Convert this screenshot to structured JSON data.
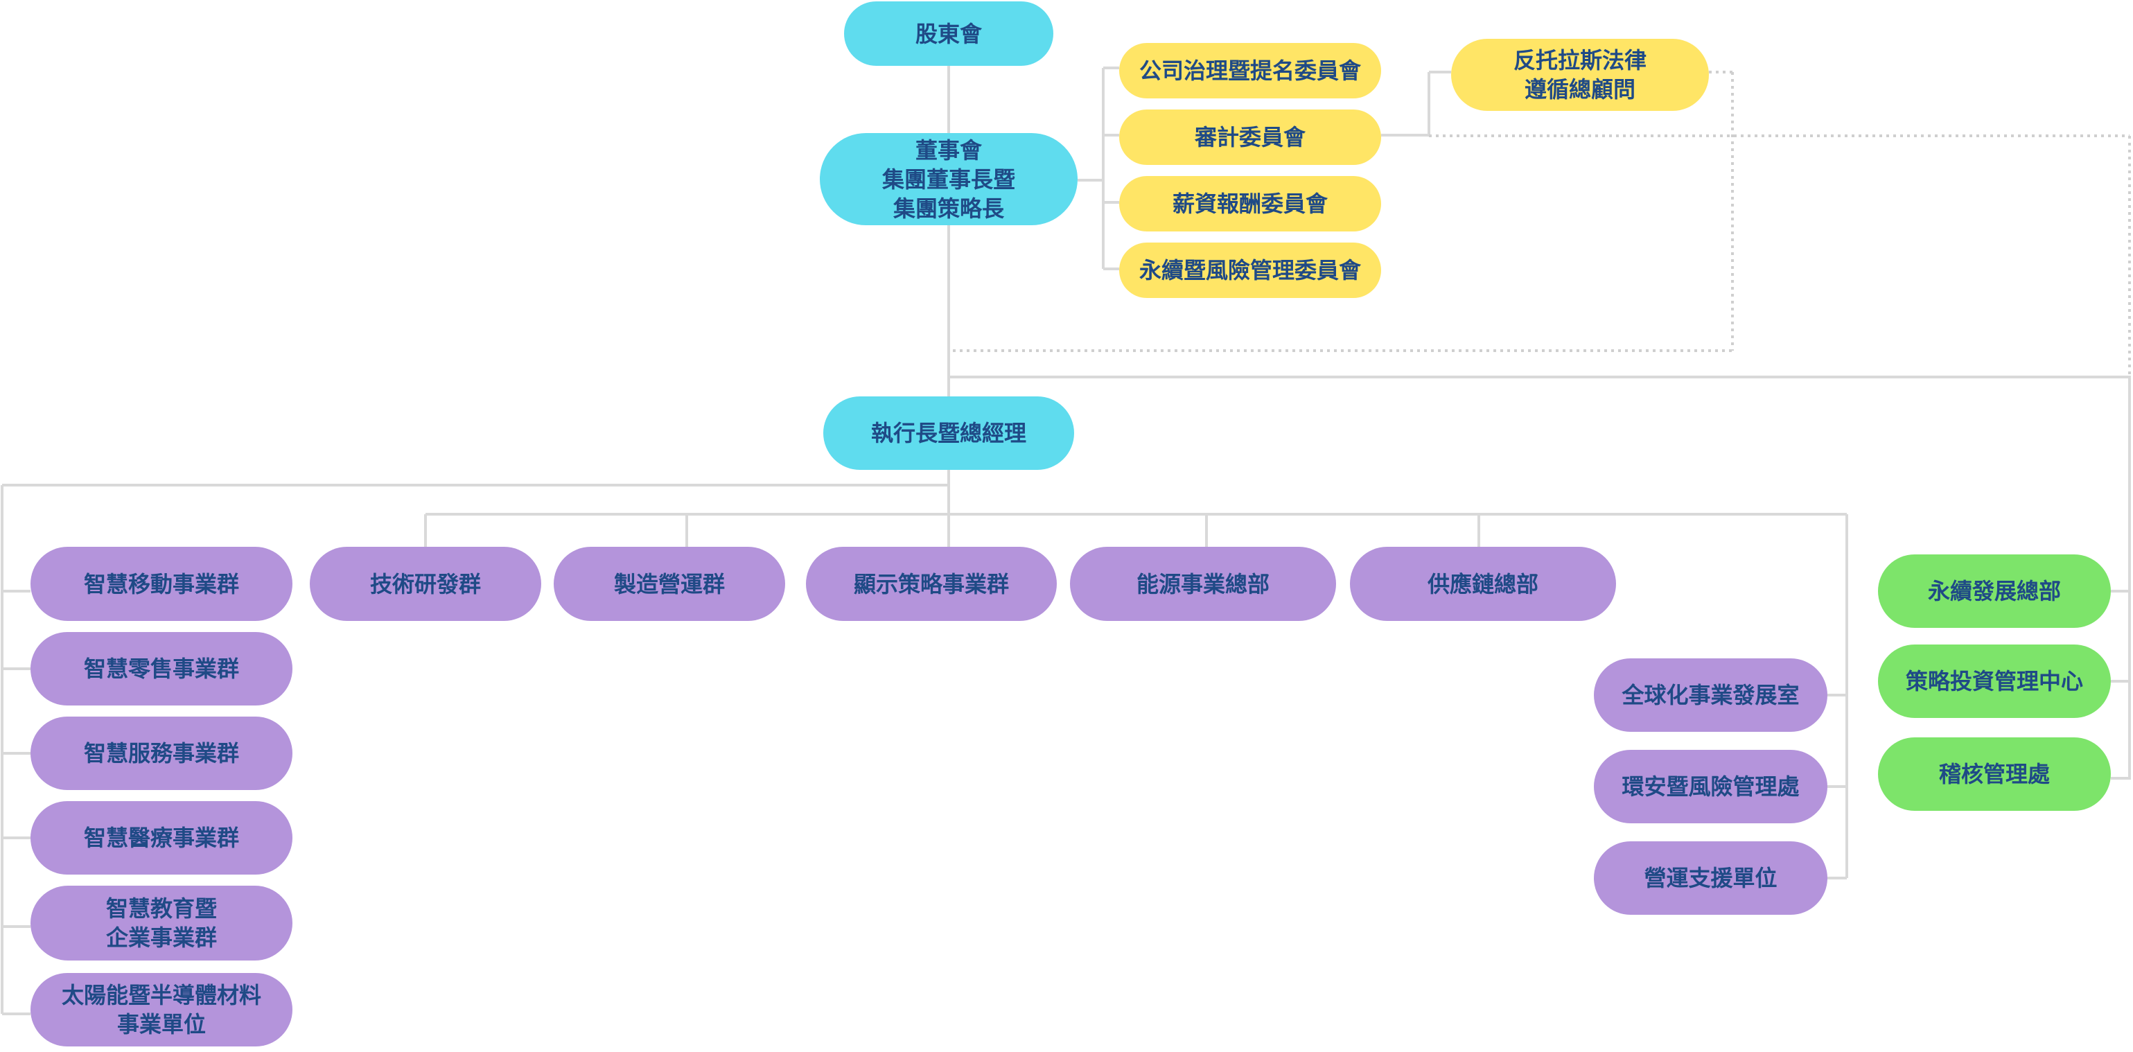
{
  "colors": {
    "governance": "#5fdcee",
    "committee": "#ffe566",
    "business_unit": "#b494db",
    "headquarters_unit": "#7de46a",
    "text": "#1f4a86",
    "connector": "#d9d9d9"
  },
  "governance": {
    "shareholders": "股東會",
    "board_line1": "董事會",
    "board_line2": "集團董事長暨",
    "board_line3": "集團策略長",
    "ceo": "執行長暨總經理"
  },
  "committees": {
    "nomination": "公司治理暨提名委員會",
    "audit": "審計委員會",
    "compensation": "薪資報酬委員會",
    "sustainability_risk": "永續暨風險管理委員會"
  },
  "antitrust": {
    "line1": "反托拉斯法律",
    "line2": "遵循總顧問"
  },
  "business_groups": {
    "smart_mobility": "智慧移動事業群",
    "smart_retail": "智慧零售事業群",
    "smart_services": "智慧服務事業群",
    "smart_healthcare": "智慧醫療事業群",
    "smart_education_line1": "智慧教育暨",
    "smart_education_line2": "企業事業群",
    "solar_line1": "太陽能暨半導體材料",
    "solar_line2": "事業單位"
  },
  "divisions": {
    "rd": "技術研發群",
    "manufacturing": "製造營運群",
    "display_strategy": "顯示策略事業群",
    "energy": "能源事業總部",
    "supply_chain": "供應鏈總部"
  },
  "support_units": {
    "globalization": "全球化事業發展室",
    "ehs_risk": "環安暨風險管理處",
    "operations_support": "營運支援單位"
  },
  "hq_units": {
    "sustainability": "永續發展總部",
    "strategic_investment": "策略投資管理中心",
    "internal_audit": "稽核管理處"
  }
}
